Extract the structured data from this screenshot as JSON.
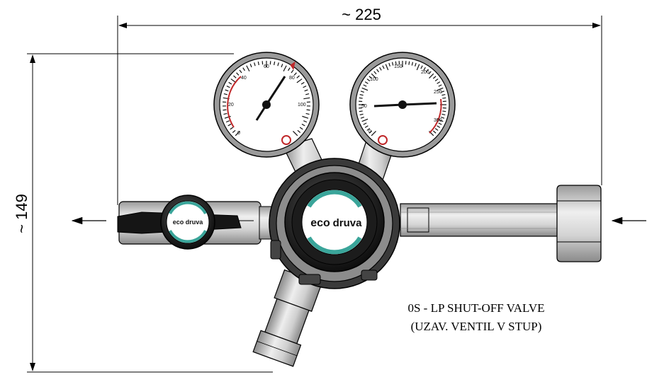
{
  "dimensions": {
    "width_label": "~ 225",
    "height_label": "~ 149"
  },
  "note": {
    "line1": "0S - LP SHUT-OFF VALVE",
    "line2": "(UZAV. VENTIL V  STUP)"
  },
  "branding": {
    "logo_eco": "eco",
    "logo_word": "druva",
    "small_logo": "eco druva"
  },
  "gauges": {
    "left_scale": [
      "0",
      "20",
      "40",
      "60",
      "80",
      "100"
    ],
    "right_scale": [
      "0",
      "50",
      "100",
      "150",
      "200",
      "250",
      "300"
    ]
  },
  "colors": {
    "line": "#000000",
    "metal": "#c9c9c9",
    "dark": "#1a1a1a",
    "accent_teal": "#3aa59a",
    "accent_red": "#c0282a"
  }
}
